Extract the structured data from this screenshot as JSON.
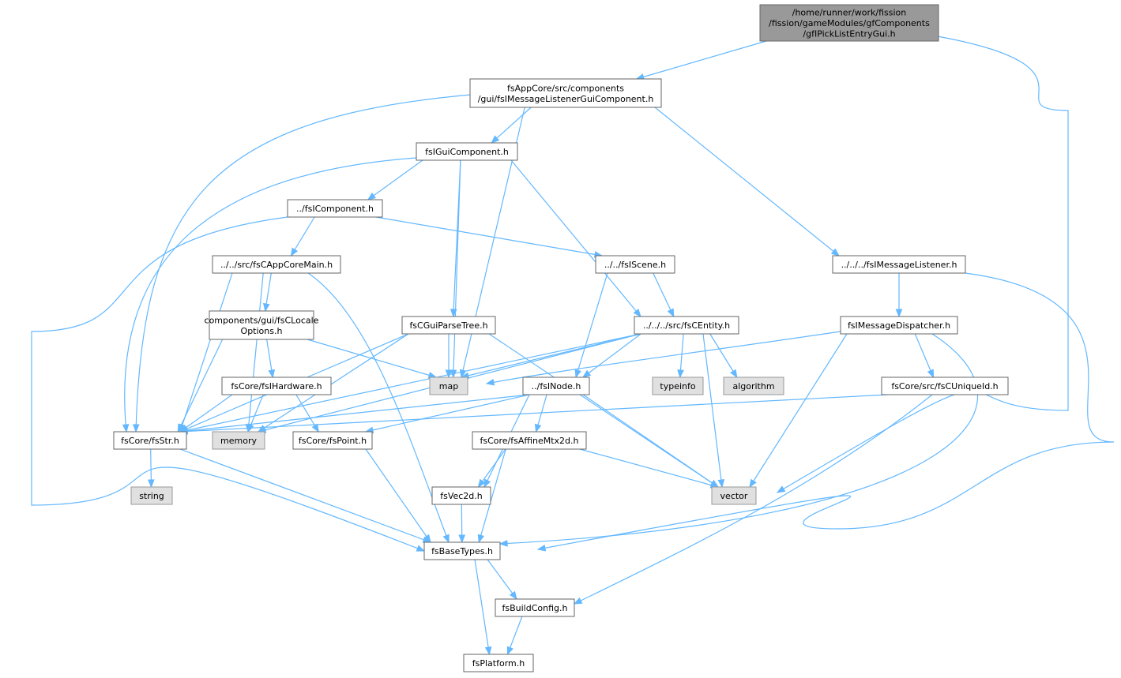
{
  "colors": {
    "edge": "#63b8ff",
    "root_fill": "#999999",
    "root_border": "#666666",
    "node_fill": "#ffffff",
    "node_border": "#666666",
    "external_fill": "#e0e0e0",
    "external_border": "#999999",
    "text": "#000000"
  },
  "nodes": [
    {
      "id": "root",
      "kind": "root",
      "lines": [
        "/home/runner/work/fission",
        "/fission/gameModules/gfComponents",
        "/gfIPickListEntryGui.h"
      ]
    },
    {
      "id": "msglistenerguicomp",
      "kind": "file",
      "lines": [
        "fsAppCore/src/components",
        "/gui/fsIMessageListenerGuiComponent.h"
      ]
    },
    {
      "id": "iguicomponent",
      "kind": "file",
      "lines": [
        "fsIGuiComponent.h"
      ]
    },
    {
      "id": "icomponent",
      "kind": "file",
      "lines": [
        "../fsIComponent.h"
      ]
    },
    {
      "id": "appcoremain",
      "kind": "file",
      "lines": [
        "../../src/fsCAppCoreMain.h"
      ]
    },
    {
      "id": "iscene",
      "kind": "file",
      "lines": [
        "../../fsIScene.h"
      ]
    },
    {
      "id": "imessagelistener",
      "kind": "file",
      "lines": [
        "../../../fsIMessageListener.h"
      ]
    },
    {
      "id": "clocaleoptions",
      "kind": "file",
      "lines": [
        "components/gui/fsCLocale",
        "Options.h"
      ]
    },
    {
      "id": "cguiparsetree",
      "kind": "file",
      "lines": [
        "fsCGuiParseTree.h"
      ]
    },
    {
      "id": "centity",
      "kind": "file",
      "lines": [
        "../../../src/fsCEntity.h"
      ]
    },
    {
      "id": "imessagedispatcher",
      "kind": "file",
      "lines": [
        "fsIMessageDispatcher.h"
      ]
    },
    {
      "id": "ihardware",
      "kind": "file",
      "lines": [
        "fsCore/fsIHardware.h"
      ]
    },
    {
      "id": "map",
      "kind": "external",
      "lines": [
        "map"
      ]
    },
    {
      "id": "typeinfo",
      "kind": "external",
      "lines": [
        "typeinfo"
      ]
    },
    {
      "id": "algorithm",
      "kind": "external",
      "lines": [
        "algorithm"
      ]
    },
    {
      "id": "cuniqueid",
      "kind": "file",
      "lines": [
        "fsCore/src/fsCUniqueId.h"
      ]
    },
    {
      "id": "inode",
      "kind": "file",
      "lines": [
        "../fsINode.h"
      ]
    },
    {
      "id": "fsstr",
      "kind": "file",
      "lines": [
        "fsCore/fsStr.h"
      ]
    },
    {
      "id": "memory",
      "kind": "external",
      "lines": [
        "memory"
      ]
    },
    {
      "id": "fspoint",
      "kind": "file",
      "lines": [
        "fsCore/fsPoint.h"
      ]
    },
    {
      "id": "affinemtx2d",
      "kind": "file",
      "lines": [
        "fsCore/fsAffineMtx2d.h"
      ]
    },
    {
      "id": "string",
      "kind": "external",
      "lines": [
        "string"
      ]
    },
    {
      "id": "vec2d",
      "kind": "file",
      "lines": [
        "fsVec2d.h"
      ]
    },
    {
      "id": "vector",
      "kind": "external",
      "lines": [
        "vector"
      ]
    },
    {
      "id": "basetypes",
      "kind": "file",
      "lines": [
        "fsBaseTypes.h"
      ]
    },
    {
      "id": "buildconfig",
      "kind": "file",
      "lines": [
        "fsBuildConfig.h"
      ]
    },
    {
      "id": "platform",
      "kind": "file",
      "lines": [
        "fsPlatform.h"
      ]
    }
  ],
  "edges": [
    [
      "root",
      "msglistenerguicomp"
    ],
    [
      "root",
      "vector"
    ],
    [
      "msglistenerguicomp",
      "iguicomponent"
    ],
    [
      "msglistenerguicomp",
      "fsstr"
    ],
    [
      "msglistenerguicomp",
      "map"
    ],
    [
      "msglistenerguicomp",
      "imessagelistener"
    ],
    [
      "iguicomponent",
      "icomponent"
    ],
    [
      "iguicomponent",
      "fsstr"
    ],
    [
      "iguicomponent",
      "cguiparsetree"
    ],
    [
      "iguicomponent",
      "map"
    ],
    [
      "iguicomponent",
      "centity"
    ],
    [
      "icomponent",
      "appcoremain"
    ],
    [
      "icomponent",
      "iscene"
    ],
    [
      "icomponent",
      "basetypes"
    ],
    [
      "appcoremain",
      "clocaleoptions"
    ],
    [
      "appcoremain",
      "fsstr"
    ],
    [
      "appcoremain",
      "memory"
    ],
    [
      "appcoremain",
      "basetypes"
    ],
    [
      "iscene",
      "centity"
    ],
    [
      "iscene",
      "inode"
    ],
    [
      "imessagelistener",
      "imessagedispatcher"
    ],
    [
      "imessagelistener",
      "basetypes"
    ],
    [
      "clocaleoptions",
      "ihardware"
    ],
    [
      "clocaleoptions",
      "fsstr"
    ],
    [
      "clocaleoptions",
      "map"
    ],
    [
      "cguiparsetree",
      "map"
    ],
    [
      "cguiparsetree",
      "fsstr"
    ],
    [
      "cguiparsetree",
      "memory"
    ],
    [
      "cguiparsetree",
      "vector"
    ],
    [
      "centity",
      "inode"
    ],
    [
      "centity",
      "map"
    ],
    [
      "centity",
      "typeinfo"
    ],
    [
      "centity",
      "algorithm"
    ],
    [
      "centity",
      "vector"
    ],
    [
      "centity",
      "fsstr"
    ],
    [
      "centity",
      "memory"
    ],
    [
      "imessagedispatcher",
      "map"
    ],
    [
      "imessagedispatcher",
      "cuniqueid"
    ],
    [
      "imessagedispatcher",
      "vector"
    ],
    [
      "imessagedispatcher",
      "basetypes"
    ],
    [
      "ihardware",
      "fsstr"
    ],
    [
      "ihardware",
      "memory"
    ],
    [
      "ihardware",
      "fspoint"
    ],
    [
      "cuniqueid",
      "fsstr"
    ],
    [
      "cuniqueid",
      "buildconfig"
    ],
    [
      "inode",
      "fsstr"
    ],
    [
      "inode",
      "fspoint"
    ],
    [
      "inode",
      "affinemtx2d"
    ],
    [
      "inode",
      "vec2d"
    ],
    [
      "inode",
      "vector"
    ],
    [
      "fsstr",
      "string"
    ],
    [
      "fsstr",
      "basetypes"
    ],
    [
      "fspoint",
      "basetypes"
    ],
    [
      "affinemtx2d",
      "vec2d"
    ],
    [
      "affinemtx2d",
      "vector"
    ],
    [
      "affinemtx2d",
      "basetypes"
    ],
    [
      "vec2d",
      "basetypes"
    ],
    [
      "basetypes",
      "buildconfig"
    ],
    [
      "basetypes",
      "platform"
    ],
    [
      "buildconfig",
      "platform"
    ]
  ]
}
